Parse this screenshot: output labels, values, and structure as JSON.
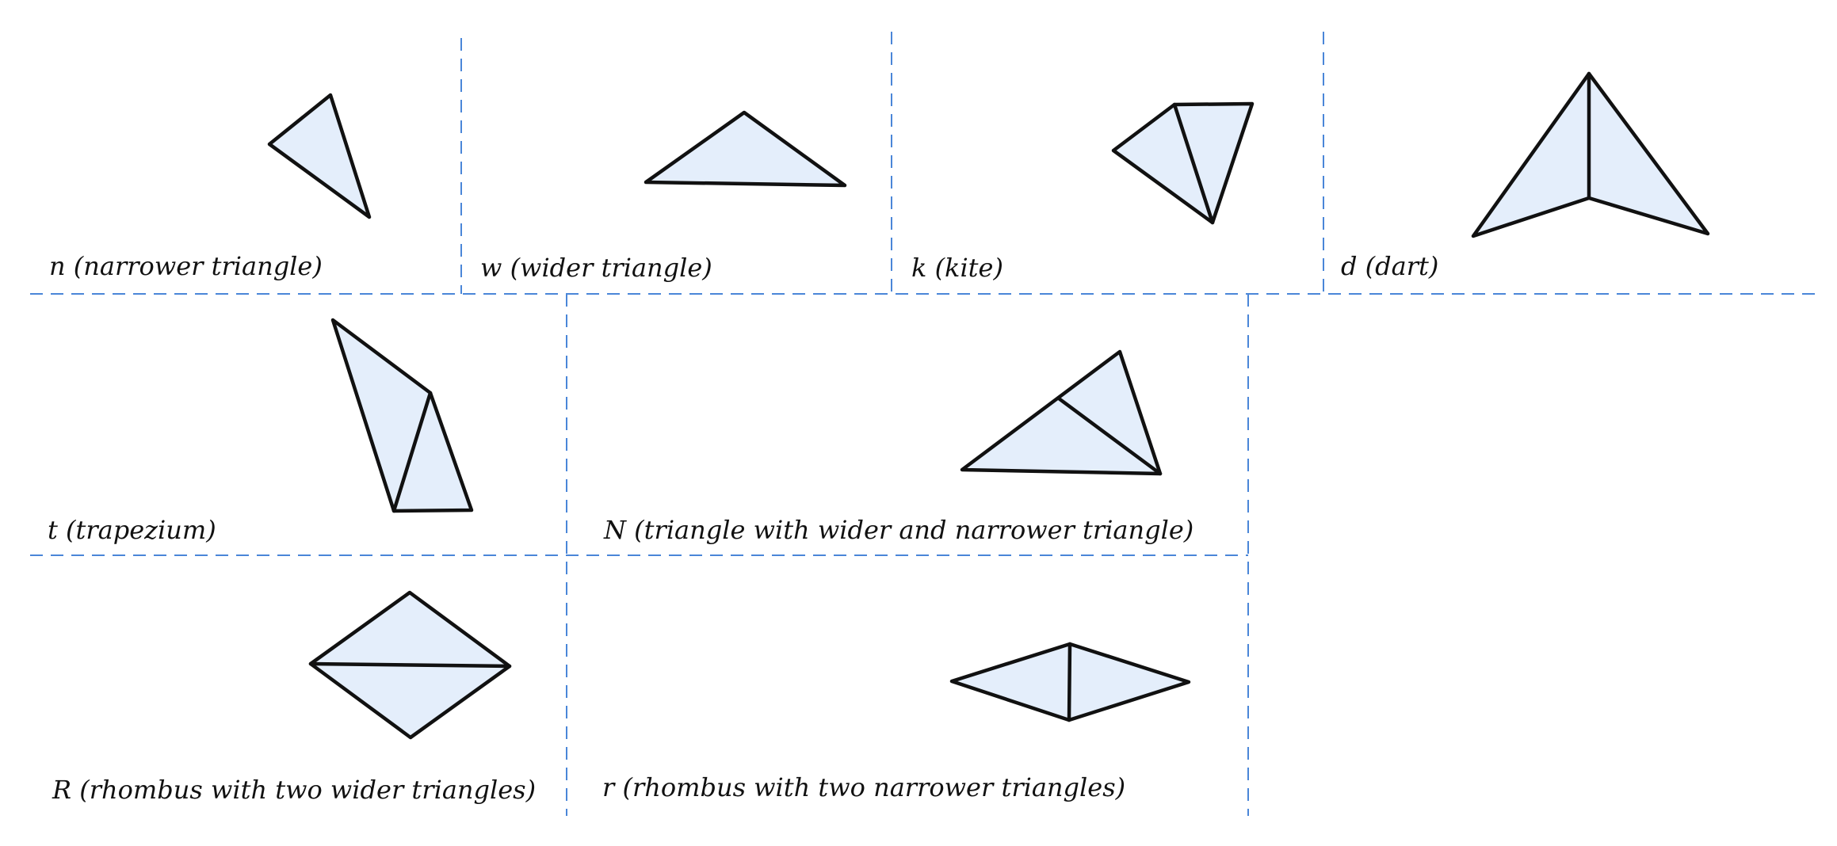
{
  "colors": {
    "tile_fill": "#e4eefb",
    "tile_stroke": "#111111",
    "divider": "#4a86d8"
  },
  "cells": {
    "n": {
      "label": "n (narrower triangle)"
    },
    "w": {
      "label": "w (wider triangle)"
    },
    "k": {
      "label": "k (kite)"
    },
    "d": {
      "label": "d (dart)"
    },
    "t": {
      "label": "t (trapezium)"
    },
    "N": {
      "label": "N (triangle with wider and narrower triangle)"
    },
    "R": {
      "label": "R (rhombus with two wider triangles)"
    },
    "r": {
      "label": "r (rhombus with two narrower triangles)"
    }
  }
}
